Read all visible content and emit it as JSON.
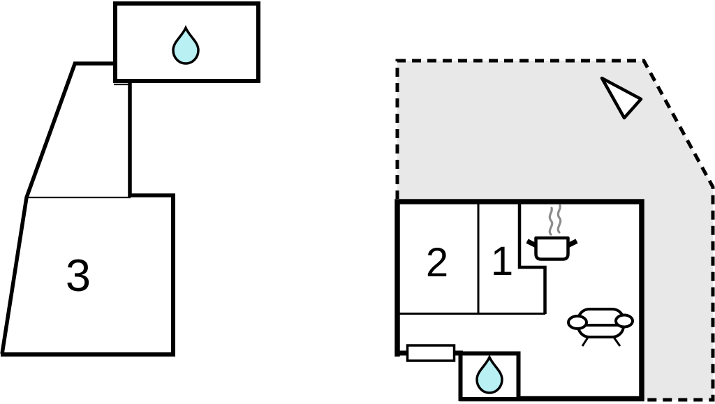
{
  "diagram": {
    "type": "floor-plan",
    "left_unit": {
      "bathroom": {
        "icon": "water-drop-icon"
      },
      "room": {
        "label": "3"
      }
    },
    "right_unit": {
      "terrace": {
        "style": "dashed-outline",
        "icon": "north-arrow-icon"
      },
      "rooms": [
        {
          "label": "2"
        },
        {
          "label": "1"
        }
      ],
      "kitchen": {
        "icon": "cooking-pot-icon"
      },
      "living_area": {
        "icon": "sofa-icon"
      },
      "bathroom": {
        "icon": "water-drop-icon"
      },
      "entrance": {
        "icon": "door-icon"
      }
    }
  },
  "colors": {
    "wall": "#000000",
    "water": "#b8f0f4",
    "terrace_fill": "#e8e8e8",
    "steam": "#8c8c8c",
    "background": "#ffffff"
  }
}
